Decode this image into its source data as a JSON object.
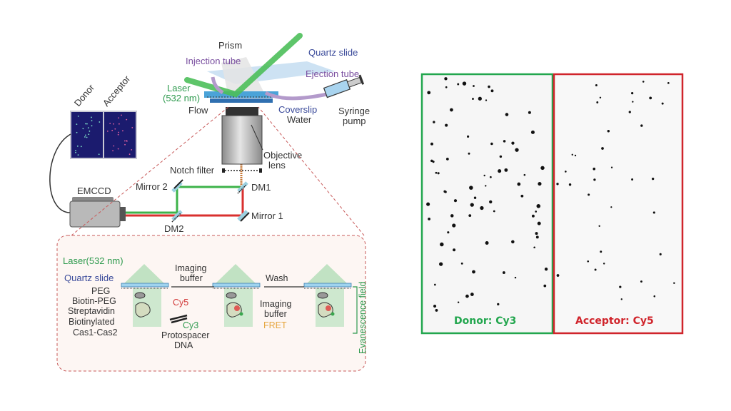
{
  "setup": {
    "prism": "Prism",
    "quartz_slide": "Quartz slide",
    "injection_tube": "Injection tube",
    "ejection_tube": "Ejection tube",
    "laser_line1": "Laser",
    "laser_line2": "(532 nm)",
    "flow": "Flow",
    "coverslip": "Coverslip",
    "water": "Water",
    "syringe_line1": "Syringe",
    "syringe_line2": "pump",
    "objective_line1": "Objective",
    "objective_line2": "lens",
    "notch_filter": "Notch filter",
    "dm1": "DM1",
    "dm2": "DM2",
    "mirror1": "Mirror 1",
    "mirror2": "Mirror 2",
    "emccd": "EMCCD",
    "donor": "Donor",
    "acceptor": "Acceptor"
  },
  "schematic": {
    "laser": "Laser(532 nm)",
    "quartz_slide": "Quartz slide",
    "peg": "PEG",
    "biotin_peg": "Biotin-PEG",
    "streptavidin": "Streptavidin",
    "biotinylated": "Biotinylated",
    "cas": "Cas1-Cas2",
    "imaging_buffer_1a": "Imaging",
    "imaging_buffer_1b": "buffer",
    "cy5": "Cy5",
    "cy3": "Cy3",
    "protospacer_a": "Protospacer",
    "protospacer_b": "DNA",
    "wash": "Wash",
    "imaging_buffer_2a": "Imaging",
    "imaging_buffer_2b": "buffer",
    "fret": "FRET",
    "evanescence": "Evanescence field"
  },
  "panels": {
    "donor_label": "Donor: Cy3",
    "acceptor_label": "Acceptor: Cy5",
    "donor_color": "#22a64e",
    "acceptor_color": "#d0242b"
  }
}
